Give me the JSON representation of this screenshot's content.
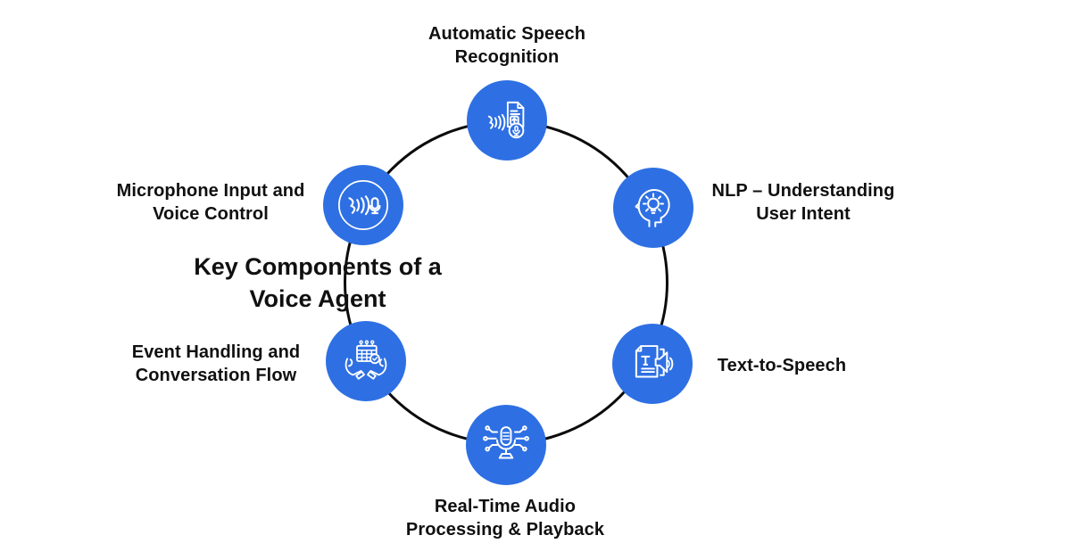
{
  "diagram": {
    "title": "Key Components of a\nVoice Agent"
  },
  "nodes": [
    {
      "label": "Automatic Speech\nRecognition",
      "icon": "speech-recognition-icon"
    },
    {
      "label": "Microphone Input and\nVoice Control",
      "icon": "microphone-voice-icon"
    },
    {
      "label": "NLP – Understanding\nUser Intent",
      "icon": "head-lightbulb-icon"
    },
    {
      "label": "Event Handling and\nConversation Flow",
      "icon": "hands-calendar-icon"
    },
    {
      "label": "Text-to-Speech",
      "icon": "document-speaker-icon"
    },
    {
      "label": "Real-Time Audio\nProcessing & Playback",
      "icon": "microphone-network-icon"
    }
  ],
  "colors": {
    "node_fill": "#2E70E3",
    "ring": "#0B0B0B",
    "text": "#101010",
    "background": "#FFFFFF",
    "icon_stroke": "#FFFFFF"
  }
}
